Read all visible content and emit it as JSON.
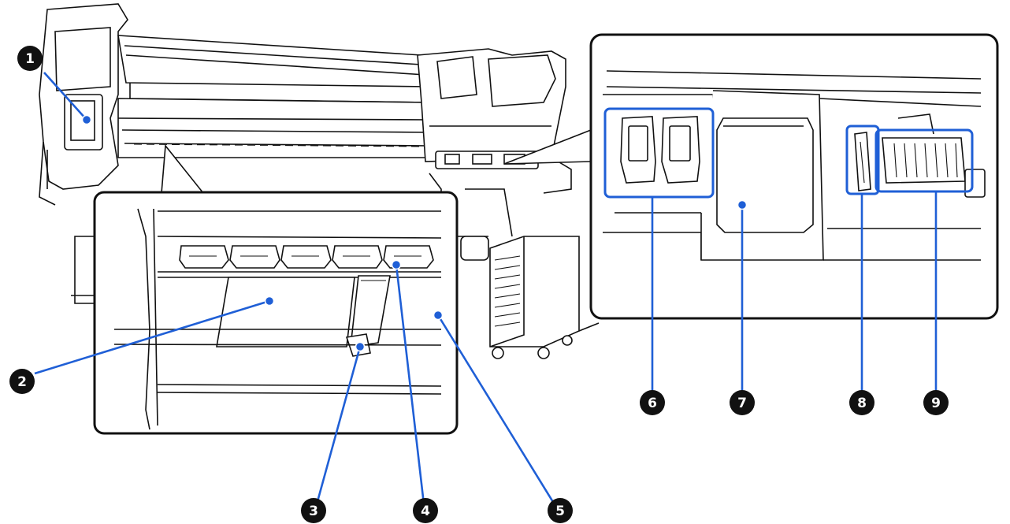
{
  "callouts": [
    {
      "id": 1,
      "label": "1"
    },
    {
      "id": 2,
      "label": "2"
    },
    {
      "id": 3,
      "label": "3"
    },
    {
      "id": 4,
      "label": "4"
    },
    {
      "id": 5,
      "label": "5"
    },
    {
      "id": 6,
      "label": "6"
    },
    {
      "id": 7,
      "label": "7"
    },
    {
      "id": 8,
      "label": "8"
    },
    {
      "id": 9,
      "label": "9"
    }
  ],
  "colors": {
    "accent": "#1f5fd6",
    "callout_fill": "#111111",
    "line": "#111111"
  }
}
